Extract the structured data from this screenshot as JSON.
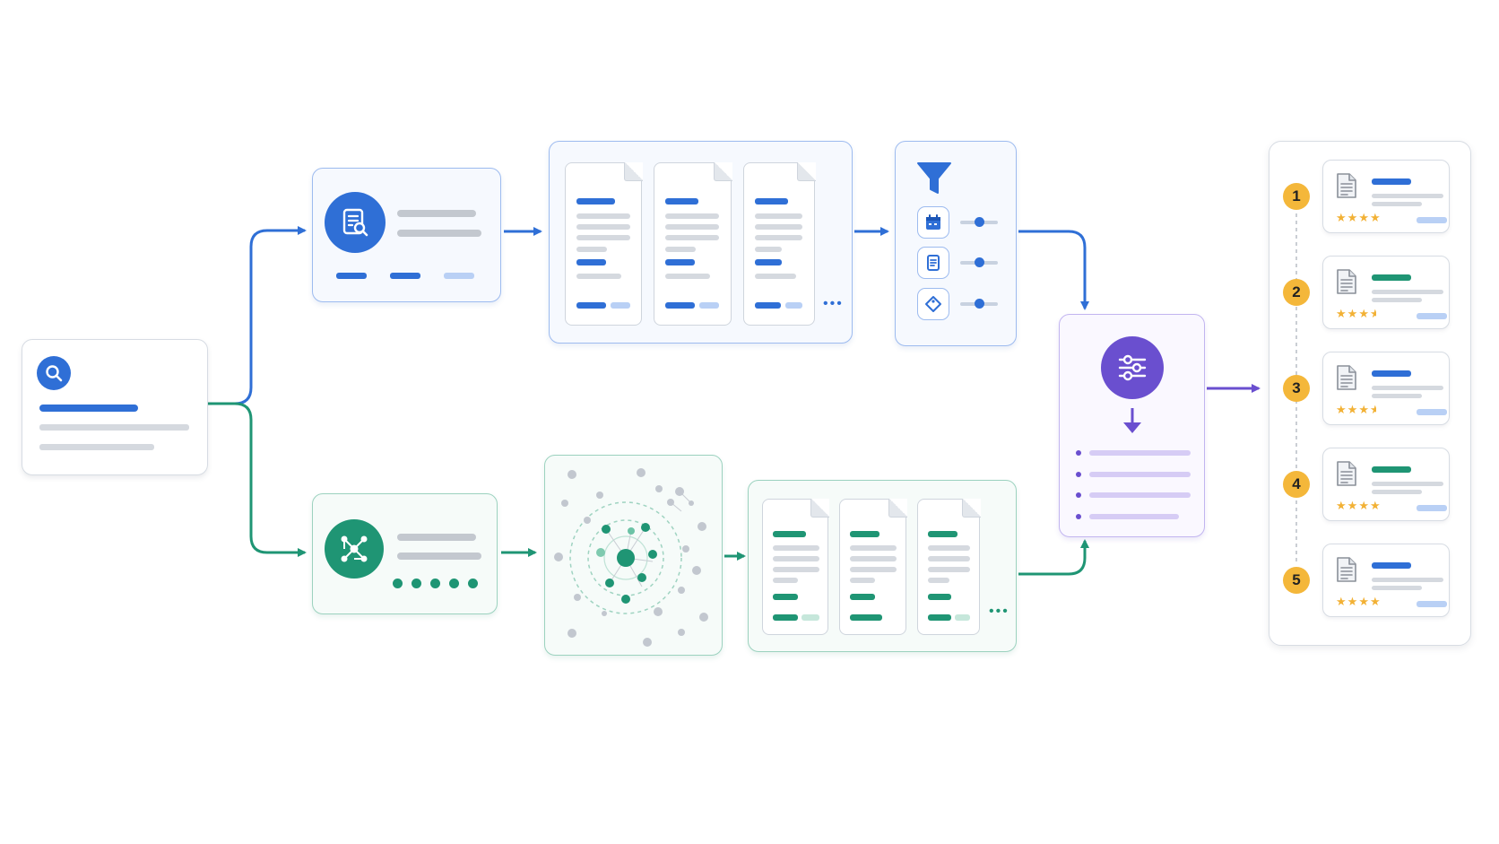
{
  "ranking": {
    "badges": [
      "1",
      "2",
      "3",
      "4",
      "5"
    ],
    "ratings": [
      4,
      3.5,
      3.5,
      4,
      4
    ]
  },
  "colors": {
    "blue": "#2f6fd6",
    "teal": "#1f9574",
    "purple": "#6a4fcf",
    "gold": "#f4b73a"
  },
  "icons": {
    "query": "search-icon",
    "keyword_retrieval": "document-search-icon",
    "semantic_retrieval": "network-nodes-icon",
    "filter": "funnel-icon",
    "filter_options": [
      "calendar-icon",
      "document-icon",
      "tag-icon"
    ],
    "fusion": "sliders-icon"
  }
}
